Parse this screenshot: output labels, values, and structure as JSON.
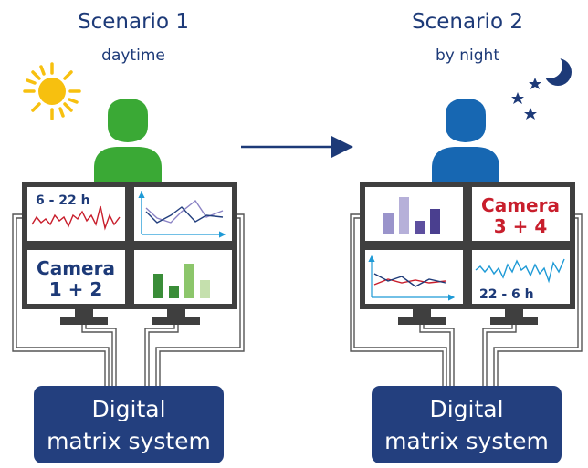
{
  "scenario1": {
    "title": "Scenario 1",
    "subtitle": "daytime",
    "time_label": "6 - 22 h",
    "camera_line1": "Camera",
    "camera_line2": "1 + 2",
    "system_line1": "Digital",
    "system_line2": "matrix system"
  },
  "scenario2": {
    "title": "Scenario 2",
    "subtitle": "by night",
    "time_label": "22 - 6 h",
    "camera_line1": "Camera",
    "camera_line2": "3 + 4",
    "system_line1": "Digital",
    "system_line2": "matrix system"
  },
  "colors": {
    "navy": "#1d3a78",
    "box": "#233f7e",
    "day_person": "#3aa935",
    "night_person": "#1767b2",
    "sun": "#f7c00f",
    "camera_red": "#c81e2c",
    "monitor": "#3f3f3f"
  },
  "icons": [
    "sun-icon",
    "moon-icon",
    "star-icon",
    "person-icon",
    "arrow-icon",
    "monitor-icon"
  ]
}
